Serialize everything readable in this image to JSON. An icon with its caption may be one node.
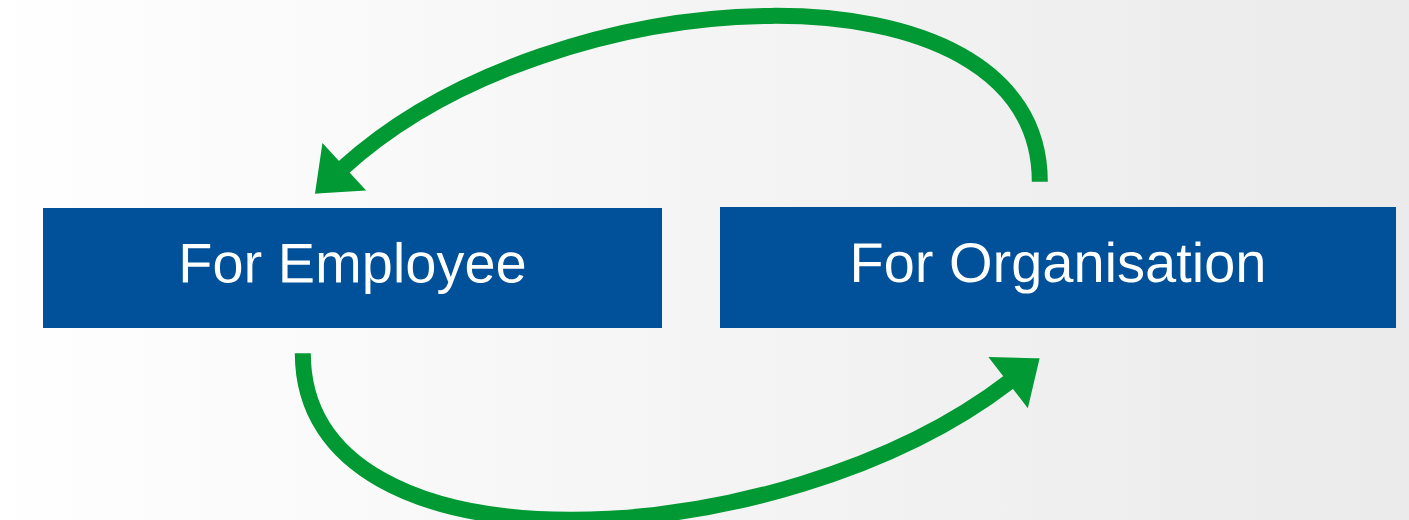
{
  "diagram": {
    "nodes": [
      {
        "text": [
          "For Employee"
        ]
      },
      {
        "text": [
          "For Organisation"
        ]
      }
    ],
    "edges": [
      {
        "from": 1,
        "to": 0,
        "arrow": "to"
      },
      {
        "from": 0,
        "to": 1,
        "arrow": "to"
      }
    ]
  }
}
